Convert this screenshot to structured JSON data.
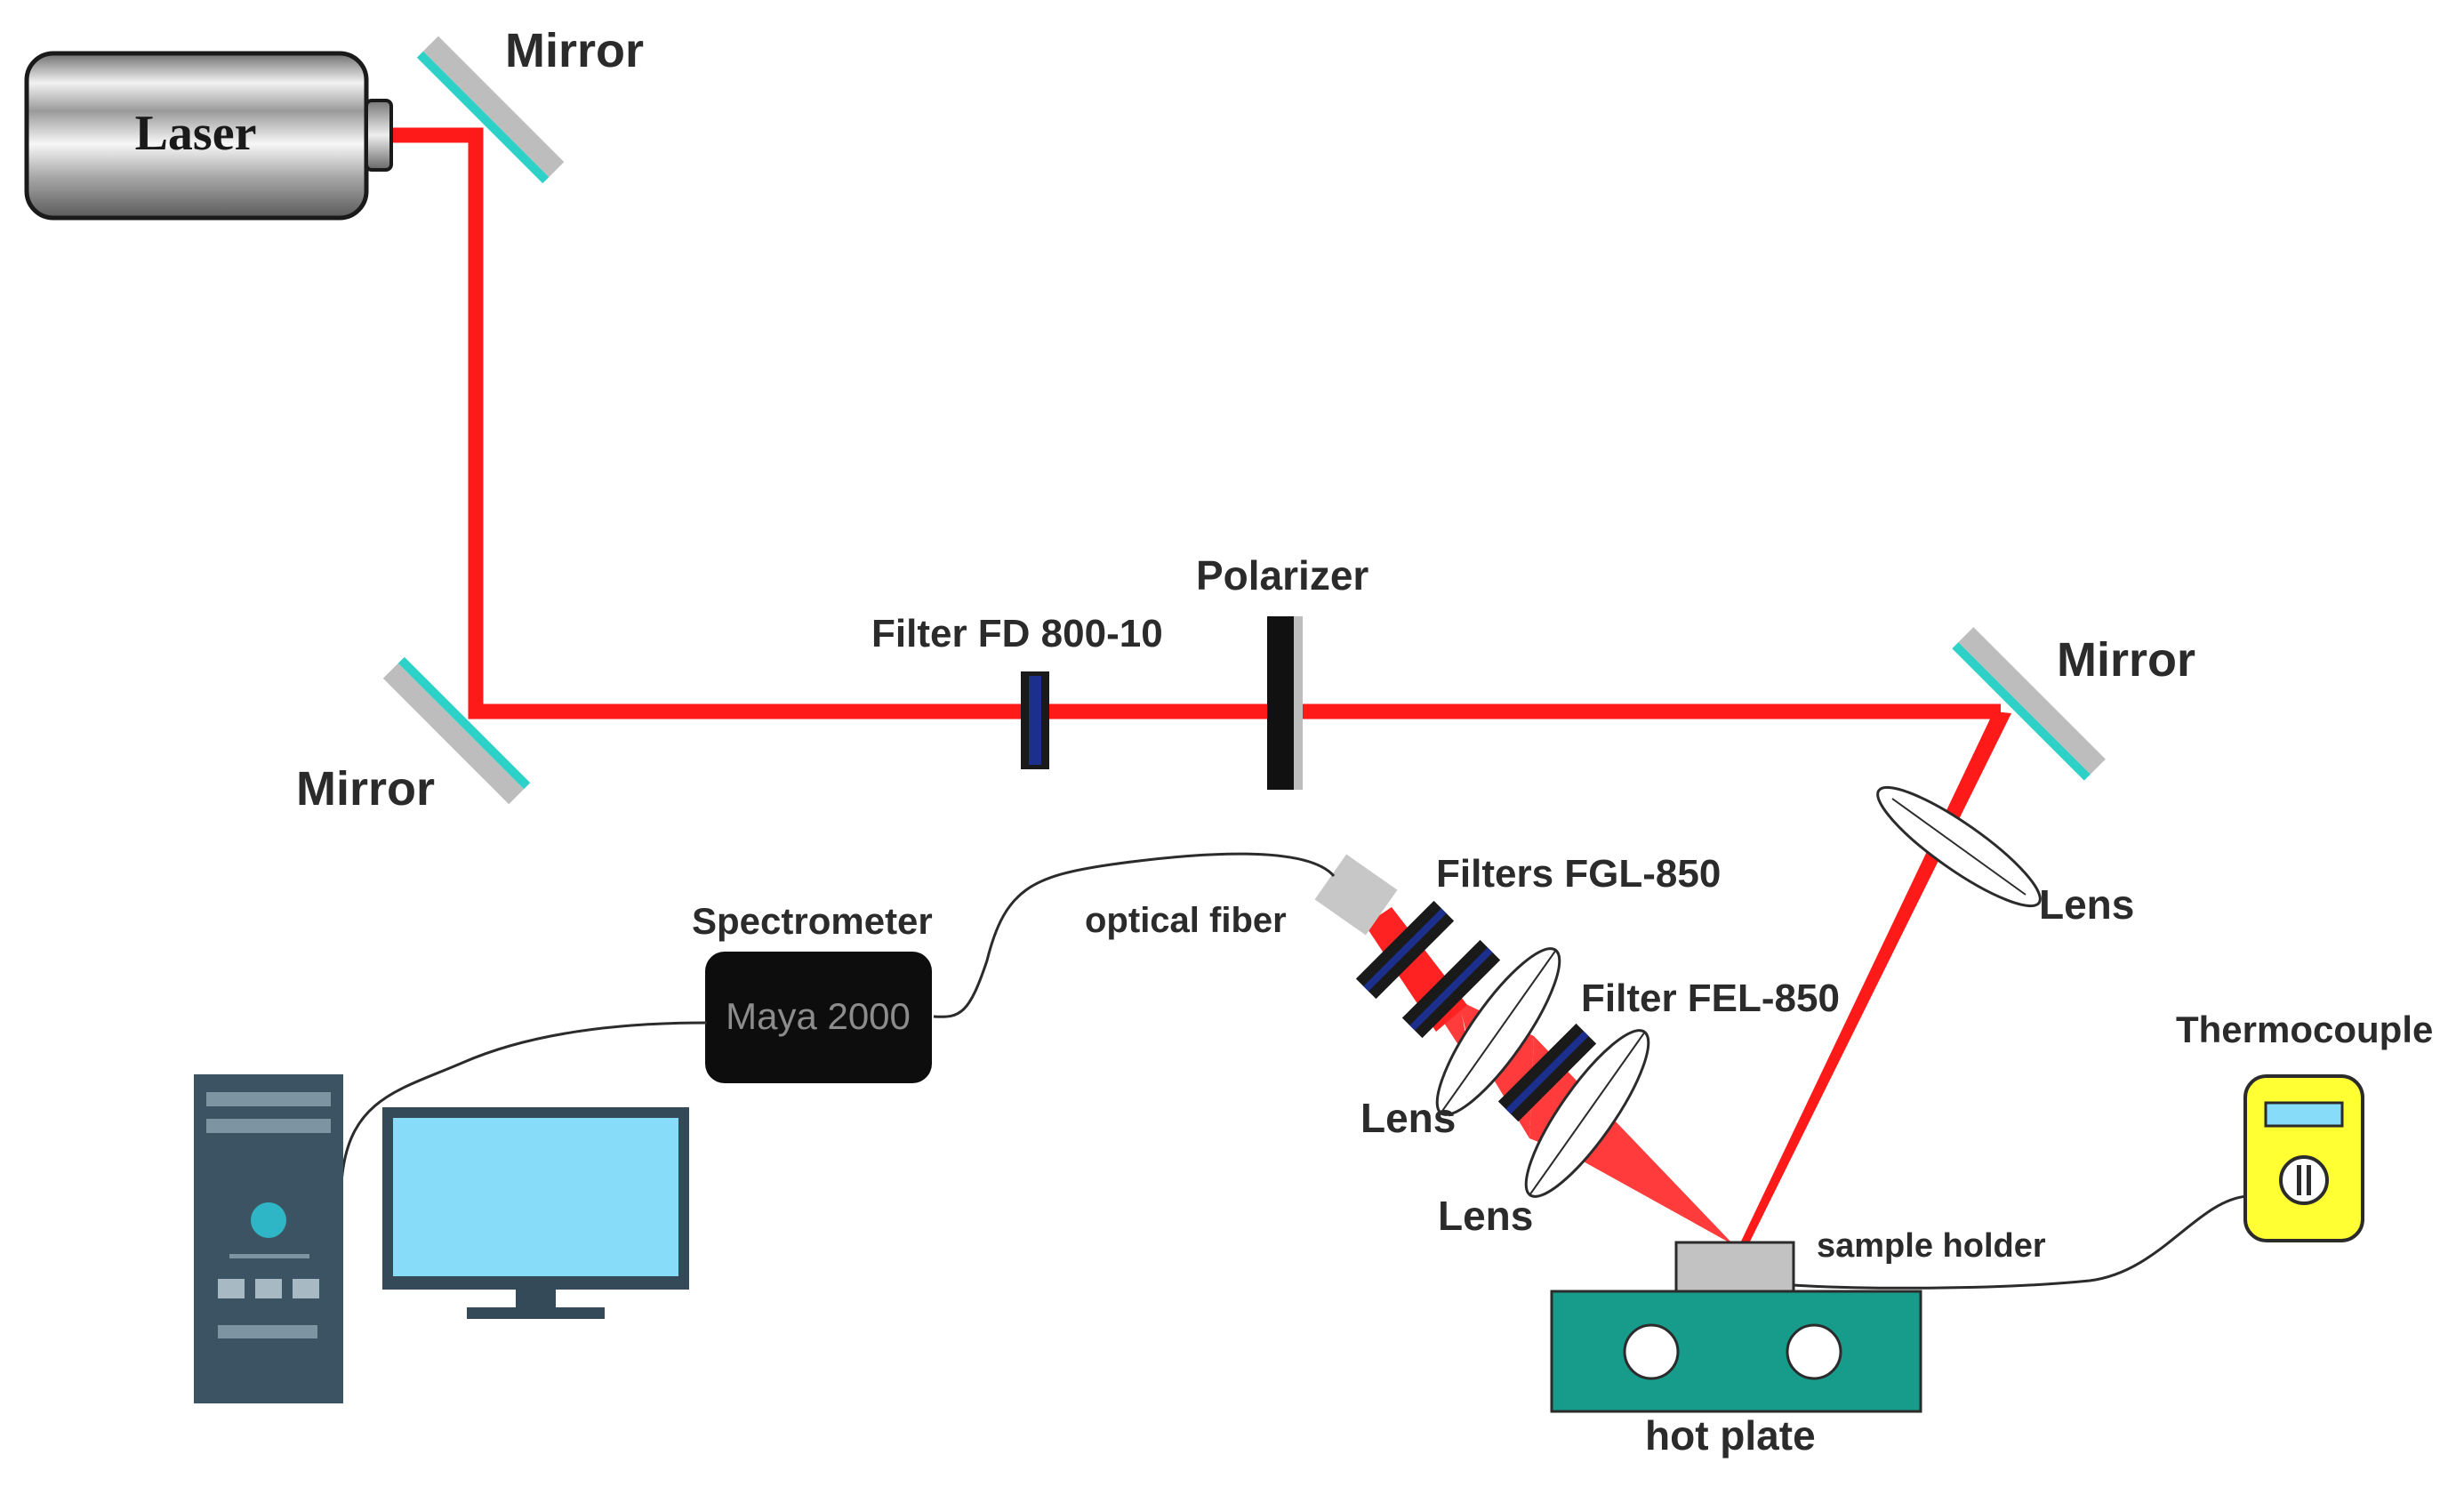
{
  "labels": {
    "laser": "Laser",
    "mirror_top": "Mirror",
    "mirror_left": "Mirror",
    "mirror_right": "Mirror",
    "filter_fd": "Filter FD 800-10",
    "polarizer": "Polarizer",
    "spectrometer": "Spectrometer",
    "spectrometer_model": "Maya 2000",
    "optical_fiber": "optical fiber",
    "filters_fgl": "Filters FGL-850",
    "filter_fel": "Filter FEL-850",
    "lens_right": "Lens",
    "lens_upper": "Lens",
    "lens_lower": "Lens",
    "thermocouple": "Thermocouple",
    "sample_holder": "sample holder",
    "hot_plate": "hot plate"
  },
  "colors": {
    "beam": "#ff1a1a",
    "beam_light": "#ff3333",
    "mirror_coat": "#2ed1c8",
    "mirror_glass": "#bdbdbd",
    "filter_blue": "#1c2f8c",
    "hot_plate": "#179c8c",
    "thermocouple": "#ffff33",
    "monitor_screen": "#86dcf9",
    "computer_body": "#3b5363"
  }
}
